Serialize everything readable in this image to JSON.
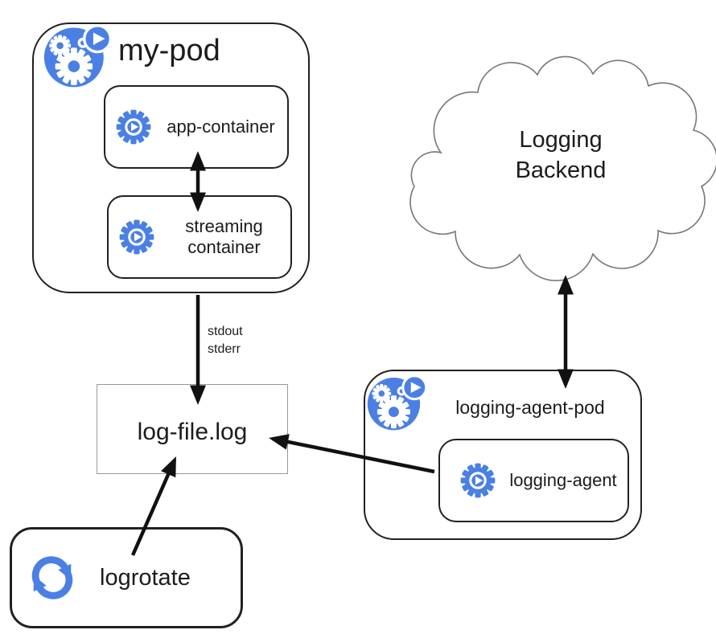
{
  "nodes": {
    "my_pod": {
      "title": "my-pod",
      "icon": "pod-icon"
    },
    "app_container": {
      "label": "app-container",
      "icon": "container-icon"
    },
    "streaming_container": {
      "label": "streaming container",
      "icon": "container-icon"
    },
    "logging_backend": {
      "label": "Logging Backend",
      "shape": "cloud"
    },
    "log_file": {
      "label": "log-file.log"
    },
    "logging_agent_pod": {
      "title": "logging-agent-pod",
      "icon": "pod-icon"
    },
    "logging_agent": {
      "label": "logging-agent",
      "icon": "container-icon"
    },
    "logrotate": {
      "label": "logrotate",
      "icon": "sync-rotate-icon"
    }
  },
  "edges": {
    "app_streaming": {
      "from": "app-container",
      "to": "streaming container",
      "direction": "bidirectional"
    },
    "pod_to_logfile": {
      "from": "my-pod",
      "to": "log-file.log",
      "direction": "down",
      "label": "stdout\nstderr"
    },
    "cloud_agentpod": {
      "from": "Logging Backend",
      "to": "logging-agent-pod",
      "direction": "bidirectional"
    },
    "agent_to_logfile": {
      "from": "logging-agent",
      "to": "log-file.log",
      "direction": "left"
    },
    "logrotate_to_logfile": {
      "from": "logrotate",
      "to": "log-file.log",
      "direction": "up"
    }
  },
  "colors": {
    "icon_blue": "#4a80e4",
    "line": "#111111",
    "box_border": "#212121",
    "file_box_border": "#999999",
    "cloud_stroke": "#777777",
    "background": "#ffffff",
    "text": "#1c1c1c"
  }
}
